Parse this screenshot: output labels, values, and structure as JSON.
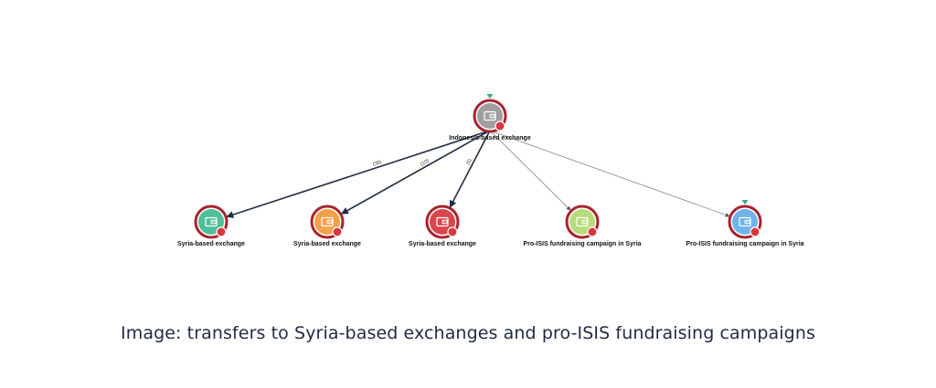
{
  "graph": {
    "root": {
      "label": "Indonesia-based exchange",
      "color": "#9e9e9e",
      "flag_color": "#3aa58a"
    },
    "nodes": [
      {
        "label": "Syria-based exchange",
        "color": "#4fbf97"
      },
      {
        "label": "Syria-based exchange",
        "color": "#f2a14a"
      },
      {
        "label": "Syria-based exchange",
        "color": "#d8474d"
      },
      {
        "label": "Pro-ISIS fundraising campaign in Syria",
        "color": "#b6dd7a"
      },
      {
        "label": "Pro-ISIS fundraising campaign in Syria",
        "color": "#6fb3ea",
        "flagged": true
      }
    ],
    "edges": [
      {
        "label": "(38)",
        "weight": "heavy"
      },
      {
        "label": "(10)",
        "weight": "heavy"
      },
      {
        "label": "(5)",
        "weight": "heavy"
      },
      {
        "label": "",
        "weight": "light"
      },
      {
        "label": "",
        "weight": "light"
      }
    ],
    "ring_color": "#a8232e",
    "badge_color": "#d9363e",
    "edge_color_heavy": "#1f2d44",
    "edge_color_light": "#888888"
  },
  "caption": "Image: transfers to Syria-based exchanges and pro-ISIS fundraising campaigns"
}
